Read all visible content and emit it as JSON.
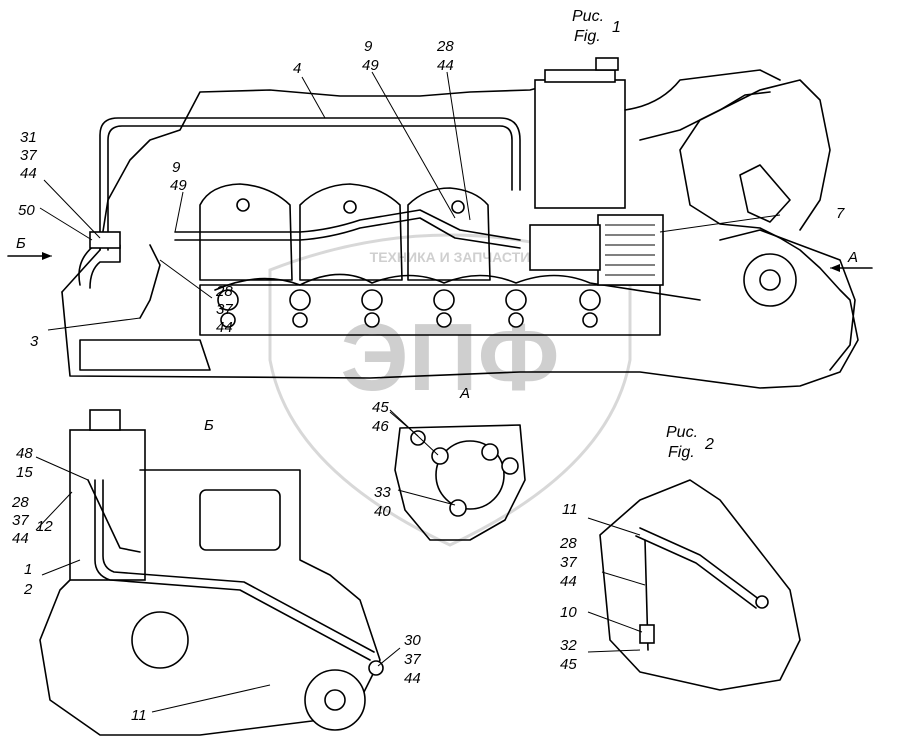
{
  "figures": {
    "fig1": {
      "ru": "Рис.",
      "en": "Fig.",
      "num": "1"
    },
    "fig2": {
      "ru": "Рис.",
      "en": "Fig.",
      "num": "2"
    }
  },
  "views": {
    "view_b_arrow": "Б",
    "view_a_arrow": "А",
    "view_a_title": "А",
    "view_b_title": "Б"
  },
  "watermark": {
    "letters": "ЭПФ",
    "text": "ТЕХНИКА И ЗАПЧАСТИ"
  },
  "callouts": {
    "c4": "4",
    "c9_49_top": [
      "9",
      "49"
    ],
    "c28_44_top": [
      "28",
      "44"
    ],
    "c31_37_44": [
      "31",
      "37",
      "44"
    ],
    "c9_49_mid": [
      "9",
      "49"
    ],
    "c50": "50",
    "c7": "7",
    "c28_37_44_mid": [
      "28",
      "37",
      "44"
    ],
    "c3": "3",
    "c45_46": [
      "45",
      "46"
    ],
    "c33_40": [
      "33",
      "40"
    ],
    "c48_15": [
      "48",
      "15"
    ],
    "c28_37_44_b": [
      "28",
      "37",
      "44"
    ],
    "c12": "12",
    "c1_2": [
      "1",
      "2"
    ],
    "c30_37_44": [
      "30",
      "37",
      "44"
    ],
    "c11_b": "11",
    "c11_f2": "11",
    "c28_37_44_f2": [
      "28",
      "37",
      "44"
    ],
    "c10": "10",
    "c32_45": [
      "32",
      "45"
    ]
  }
}
